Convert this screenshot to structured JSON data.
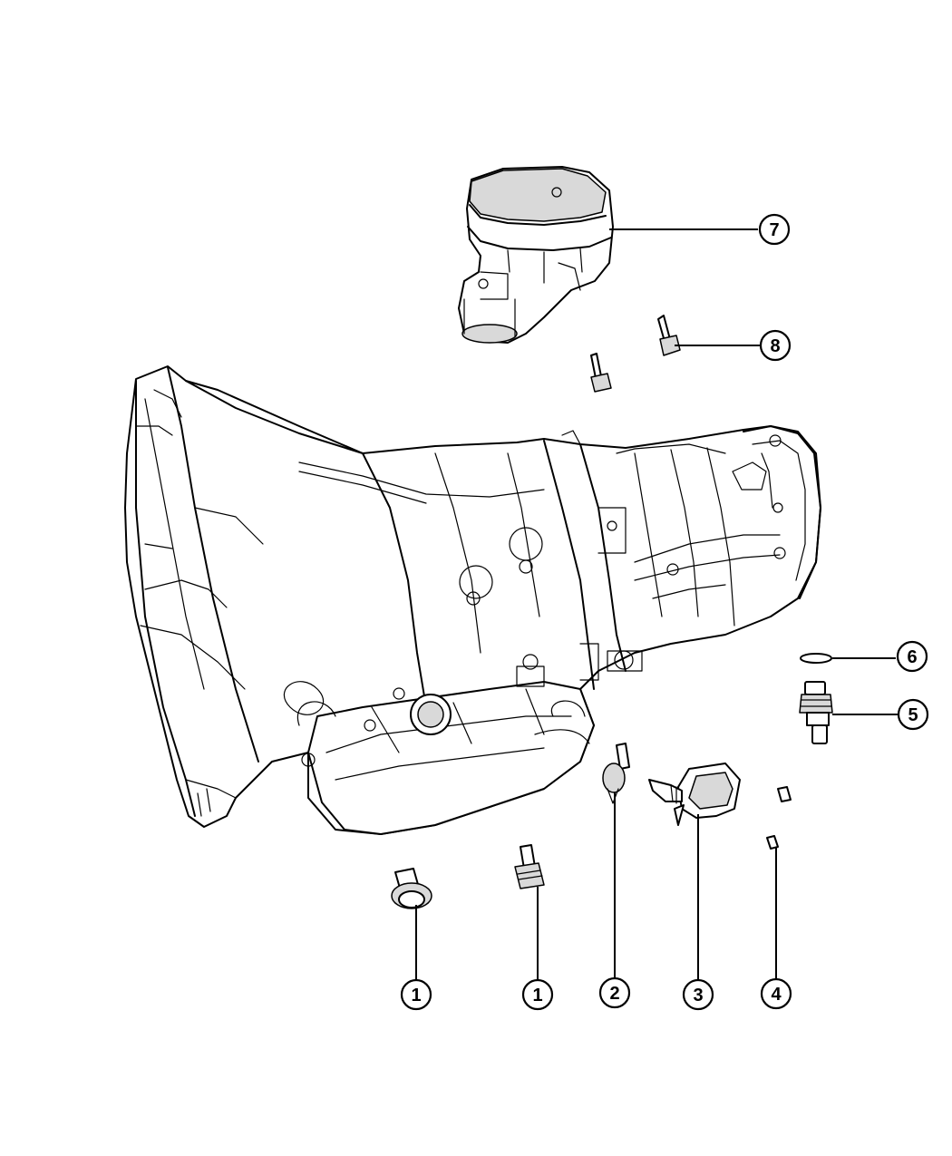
{
  "callouts": [
    {
      "id": "1a",
      "label": "1",
      "part": "plug"
    },
    {
      "id": "1b",
      "label": "1",
      "part": "fitting"
    },
    {
      "id": "2",
      "label": "2",
      "part": "sensor-clip"
    },
    {
      "id": "3",
      "label": "3",
      "part": "sensor-module"
    },
    {
      "id": "4",
      "label": "4",
      "part": "screws"
    },
    {
      "id": "5",
      "label": "5",
      "part": "sensor"
    },
    {
      "id": "6",
      "label": "6",
      "part": "o-ring"
    },
    {
      "id": "7",
      "label": "7",
      "part": "actuator"
    },
    {
      "id": "8",
      "label": "8",
      "part": "bolts"
    }
  ]
}
